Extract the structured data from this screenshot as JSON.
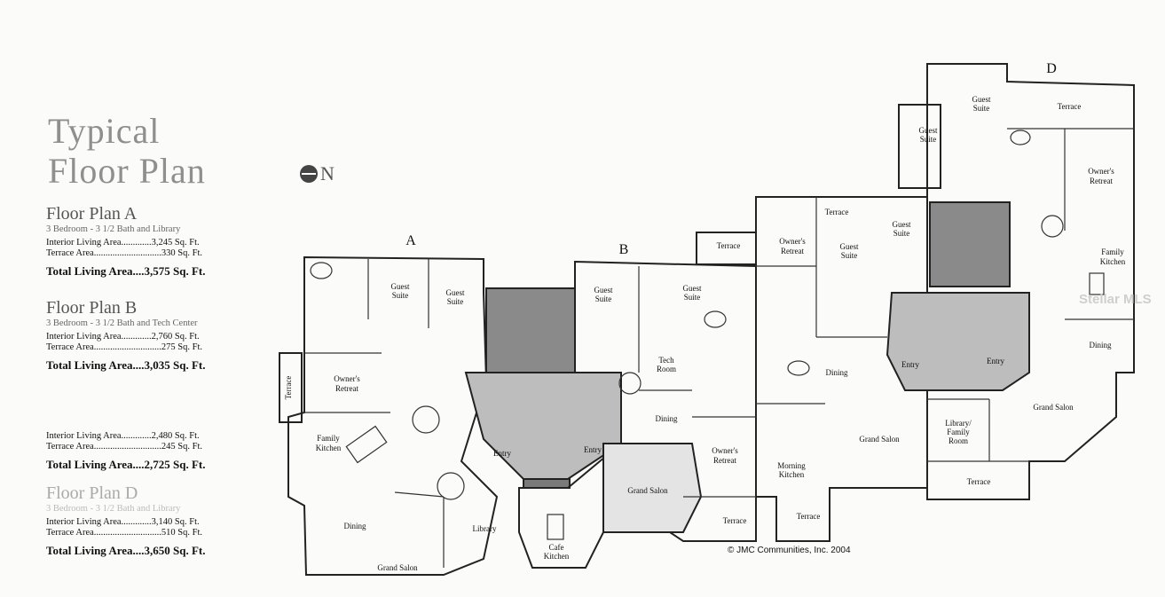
{
  "title": {
    "line1": "Typical",
    "line2": "Floor Plan"
  },
  "compass": {
    "label": "N"
  },
  "plans": [
    {
      "name": "Floor Plan A",
      "subtitle": "3 Bedroom - 3 1/2 Bath and Library",
      "interior": "Interior Living Area.............3,245 Sq. Ft.",
      "terrace": "Terrace Area.............................330 Sq. Ft.",
      "total": "Total Living Area....3,575 Sq. Ft."
    },
    {
      "name": "Floor Plan B",
      "subtitle": "3 Bedroom - 3 1/2 Bath and Tech Center",
      "interior": "Interior Living Area.............2,760 Sq. Ft.",
      "terrace": "Terrace Area.............................275 Sq. Ft.",
      "total": "Total Living Area....3,035 Sq. Ft."
    },
    {
      "name": "",
      "subtitle": "",
      "interior": "Interior Living Area.............2,480 Sq. Ft.",
      "terrace": "Terrace Area.............................245 Sq. Ft.",
      "total": "Total Living Area....2,725 Sq. Ft."
    },
    {
      "name": "Floor Plan D",
      "subtitle": "3 Bedroom - 3 1/2 Bath and Library",
      "interior": "Interior Living Area.............3,140 Sq. Ft.",
      "terrace": "Terrace Area.............................510 Sq. Ft.",
      "total": "Total Living Area....3,650 Sq. Ft."
    }
  ],
  "unit_labels": {
    "a": "A",
    "b": "B",
    "d": "D"
  },
  "rooms": {
    "a_guest1": "Guest",
    "a_guest1b": "Suite",
    "a_guest2": "Guest",
    "a_guest2b": "Suite",
    "a_owner": "Owner's",
    "a_ownerb": "Retreat",
    "a_terrace": "Terrace",
    "a_family": "Family",
    "a_familyb": "Kitchen",
    "a_dining": "Dining",
    "a_salon": "Grand Salon",
    "a_library": "Library",
    "a_entry": "Entry",
    "b_guest1": "Guest",
    "b_guest1b": "Suite",
    "b_guest2": "Guest",
    "b_guest2b": "Suite",
    "b_tech": "Tech",
    "b_techb": "Room",
    "b_dining": "Dining",
    "b_entry": "Entry",
    "b_cafe": "Cafe",
    "b_cafeb": "Kitchen",
    "b_salon": "Grand Salon",
    "b_owner": "Owner's",
    "b_ownerb": "Retreat",
    "b_terrace": "Terrace",
    "c_terrace_top": "Terrace",
    "c_owner": "Owner's",
    "c_ownerb": "Retreat",
    "c_terrace2": "Terrace",
    "c_guest": "Guest",
    "c_guestb": "Suite",
    "c_guest2": "Guest",
    "c_guest2b": "Suite",
    "c_dining": "Dining",
    "c_morning": "Morning",
    "c_morningb": "Kitchen",
    "c_salon": "Grand Salon",
    "c_terrace3": "Terrace",
    "c_entry": "Entry",
    "d_guest1": "Guest",
    "d_guest1b": "Suite",
    "d_guest2": "Guest",
    "d_guest2b": "Suite",
    "d_terrace": "Terrace",
    "d_owner": "Owner's",
    "d_ownerb": "Retreat",
    "d_family": "Family",
    "d_familyb": "Kitchen",
    "d_dining": "Dining",
    "d_entry": "Entry",
    "d_salon": "Grand Salon",
    "d_library": "Library/",
    "d_libraryb": "Family",
    "d_libraryc": "Room",
    "d_terrace2": "Terrace"
  },
  "copyright": "© JMC Communities, Inc. 2004",
  "watermark": "Stellar MLS"
}
